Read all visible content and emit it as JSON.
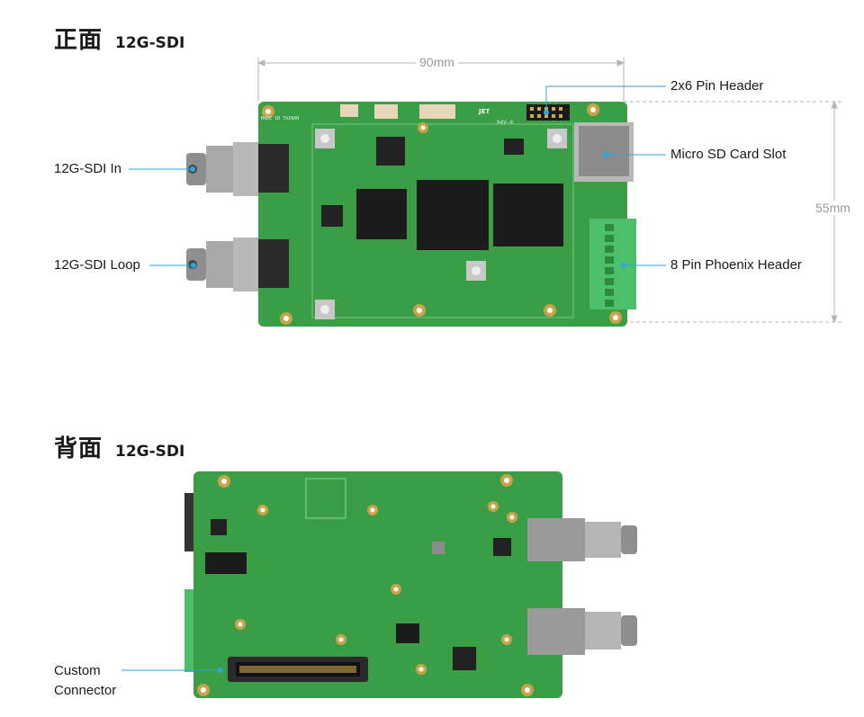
{
  "front": {
    "title": "正面",
    "subtitle": "12G-SDI",
    "dimension_width": "90mm",
    "dimension_height": "55mm",
    "labels": {
      "sdi_in": "12G-SDI In",
      "sdi_loop": "12G-SDI Loop",
      "pin_header": "2x6 Pin Header",
      "sd_slot": "Micro SD Card Slot",
      "phoenix": "8 Pin Phoenix Header"
    },
    "silkscreen": {
      "made_in": "MADE IN TAIWAN",
      "brand": "JET",
      "rohs": "94V-0"
    }
  },
  "back": {
    "title": "背面",
    "subtitle": "12G-SDI",
    "labels": {
      "custom_line1": "Custom",
      "custom_line2": "Connector"
    }
  },
  "colors": {
    "pcb": "#3a9e47",
    "pcb_dark": "#2f8a3c",
    "callout_line": "#2aa7dc",
    "dim_line": "#b5b5b5",
    "chip": "#1c1c1c",
    "phoenix": "#4cbf6a"
  }
}
